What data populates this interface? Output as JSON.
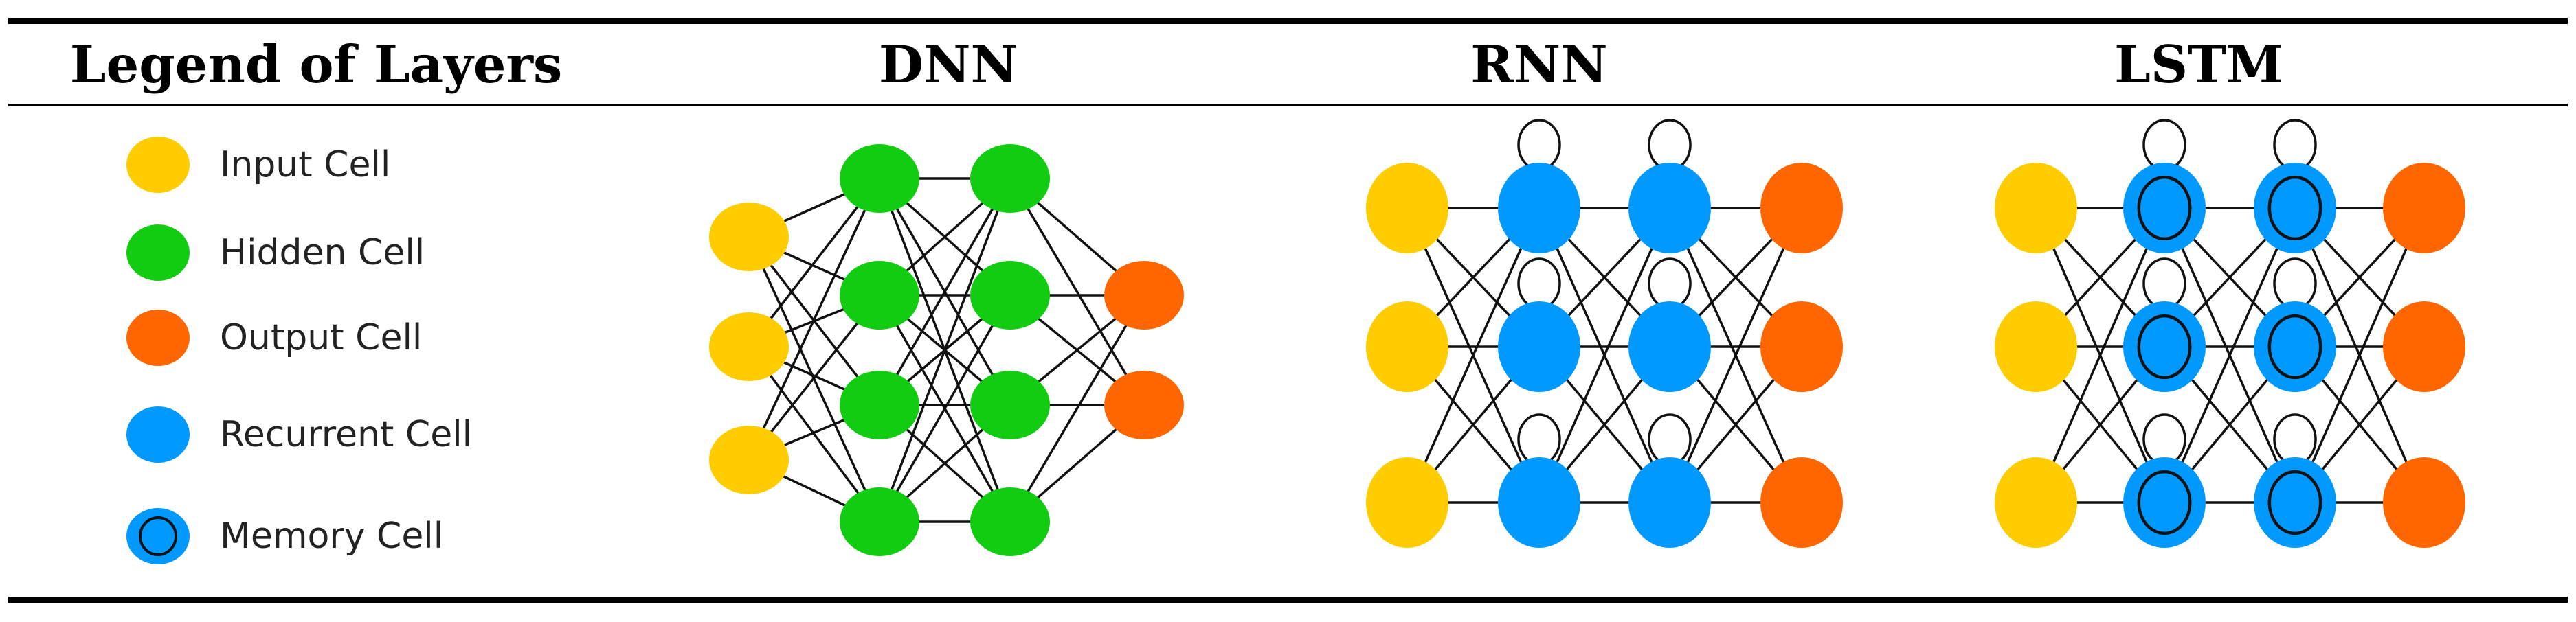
{
  "headers": {
    "legend": "Legend of Layers",
    "dnn": "DNN",
    "rnn": "RNN",
    "lstm": "LSTM"
  },
  "legend": [
    {
      "label": "Input Cell",
      "kind": "input"
    },
    {
      "label": "Hidden Cell",
      "kind": "hidden"
    },
    {
      "label": "Output Cell",
      "kind": "output"
    },
    {
      "label": "Recurrent Cell",
      "kind": "recurrent"
    },
    {
      "label": "Memory Cell",
      "kind": "memory"
    }
  ],
  "colors": {
    "input": "#FFCC00",
    "hidden": "#11CC11",
    "output": "#FF6600",
    "recurrent": "#0099FF",
    "memory": "#0099FF",
    "stroke": "#111111"
  },
  "networks": [
    {
      "name": "DNN",
      "layers": [
        {
          "kind": "input",
          "count": 3
        },
        {
          "kind": "hidden",
          "count": 4
        },
        {
          "kind": "hidden",
          "count": 4
        },
        {
          "kind": "output",
          "count": 2
        }
      ]
    },
    {
      "name": "RNN",
      "layers": [
        {
          "kind": "input",
          "count": 3
        },
        {
          "kind": "recurrent",
          "count": 3
        },
        {
          "kind": "recurrent",
          "count": 3
        },
        {
          "kind": "output",
          "count": 3
        }
      ]
    },
    {
      "name": "LSTM",
      "layers": [
        {
          "kind": "input",
          "count": 3
        },
        {
          "kind": "memory",
          "count": 3
        },
        {
          "kind": "memory",
          "count": 3
        },
        {
          "kind": "output",
          "count": 3
        }
      ]
    }
  ]
}
